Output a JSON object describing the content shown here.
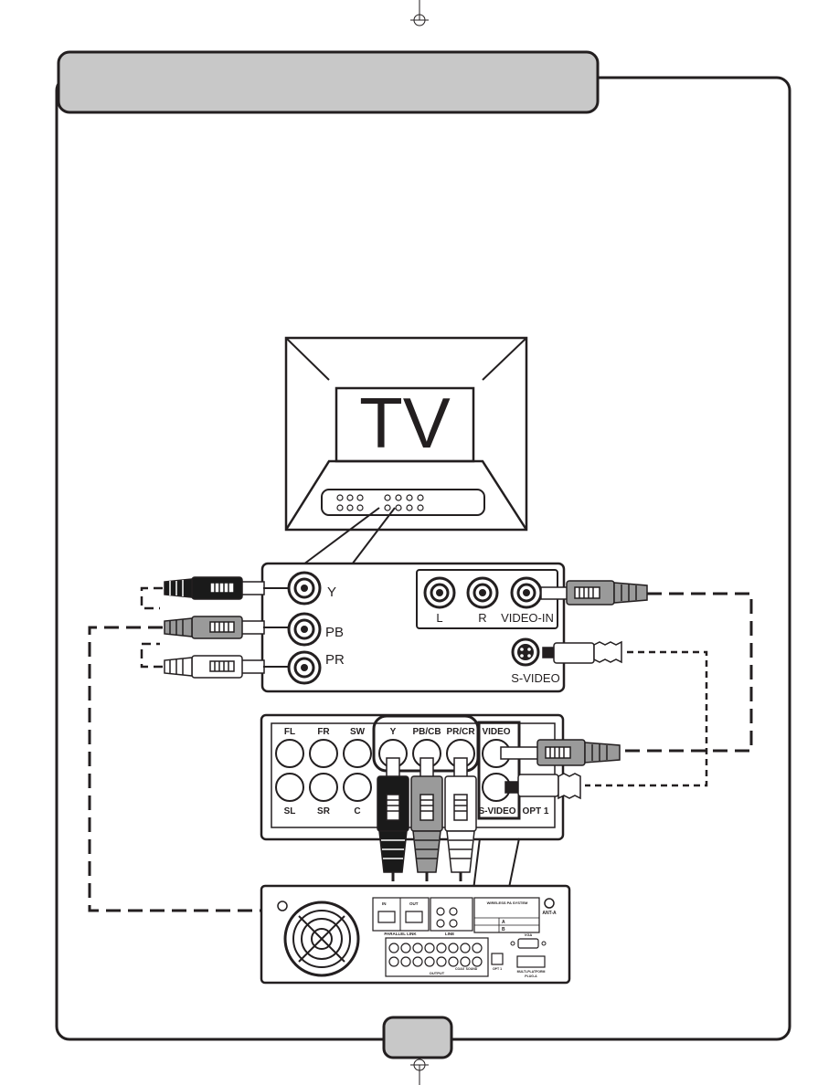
{
  "tv": {
    "label": "TV"
  },
  "tv_panel": {
    "component_jacks": [
      "Y",
      "PB",
      "PR"
    ],
    "audio_video_jacks": [
      "L",
      "R",
      "VIDEO-IN"
    ],
    "svideo_label": "S-VIDEO"
  },
  "unit_panel": {
    "top_labels": [
      "FL",
      "FR",
      "SW",
      "Y",
      "PB/CB",
      "PR/CR",
      "VIDEO"
    ],
    "bottom_labels": [
      "SL",
      "SR",
      "C",
      "S-VIDEO",
      "OPT 1"
    ]
  },
  "rear_panel": {
    "parallel_in": "IN",
    "parallel_out": "OUT",
    "parallel_link": "PARALLEL LINK",
    "line": "LINE",
    "wireless": "WIRELESS PA SYSTEM",
    "ant_a": "ANT-A",
    "vga": "VGA",
    "multiplatform": "MULTI-PLATFORM",
    "plug_a": "PLUG-A",
    "output": "OUTPUT",
    "coax": "COAX",
    "sound": "SOUND",
    "opt1": "OPT 1",
    "ab": [
      "A",
      "B"
    ]
  },
  "colors": {
    "outline": "#231f20",
    "header_fill": "#c8c8c8",
    "cable_black": "#1a1a1a",
    "cable_gray": "#9a9a9a",
    "cable_white": "#ffffff"
  }
}
